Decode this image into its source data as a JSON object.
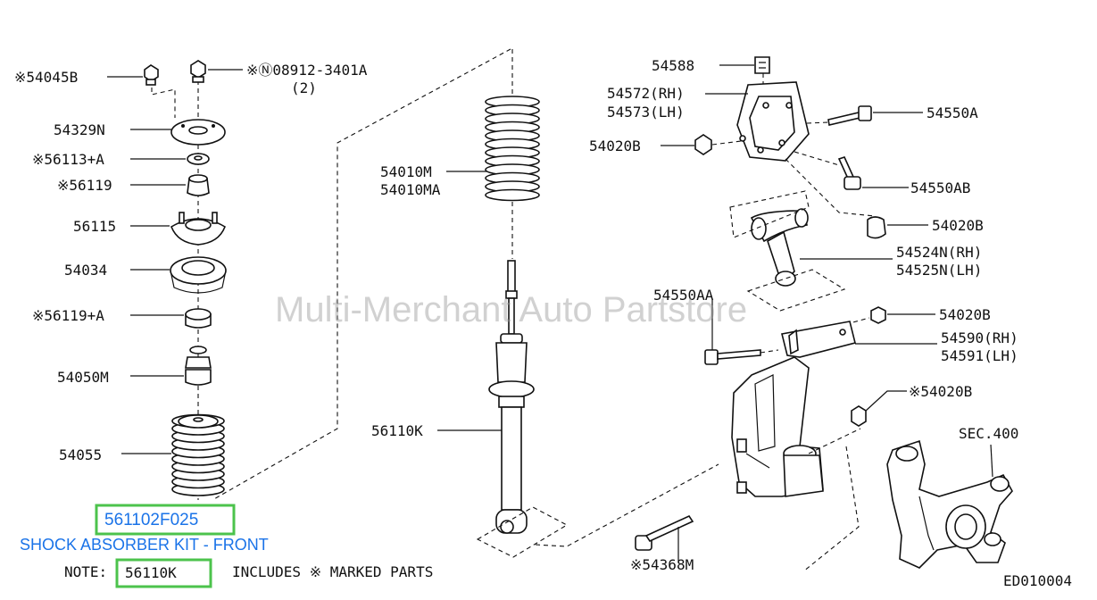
{
  "labels": {
    "p54045B": "※54045B",
    "p08912": "※Ⓝ08912-3401A",
    "p08912_qty": "(2)",
    "p54329N": "54329N",
    "p56113A": "※56113+A",
    "p56119": "※56119",
    "p56115": "56115",
    "p54034": "54034",
    "p56119A": "※56119+A",
    "p54050M": "54050M",
    "p54055": "54055",
    "p54010M": "54010M",
    "p54010MA": "54010MA",
    "p56110K": "56110K",
    "p54588": "54588",
    "p54572RH": "54572(RH)",
    "p54573LH": "54573(LH)",
    "p54020B_a": "54020B",
    "p54550A": "54550A",
    "p54550AB": "54550AB",
    "p54020B_b": "54020B",
    "p54524N": "54524N(RH)",
    "p54525N": "54525N(LH)",
    "p54550AA": "54550AA",
    "p54020B_c": "54020B",
    "p54590RH": "54590(RH)",
    "p54591LH": "54591(LH)",
    "p54020B_d": "※54020B",
    "sec400": "SEC.400",
    "p54368M": "※54368M",
    "diagram_id": "ED010004"
  },
  "watermark": "Multi-Merchant Auto Partstore",
  "kit": {
    "part_number": "561102F025",
    "description": "SHOCK ABSORBER KIT - FRONT"
  },
  "note": {
    "prefix": "NOTE:",
    "part": "56110K",
    "text": "INCLUDES ※ MARKED PARTS"
  },
  "colors": {
    "highlight": "#4cc34c",
    "kit_text": "#1a73e8"
  }
}
